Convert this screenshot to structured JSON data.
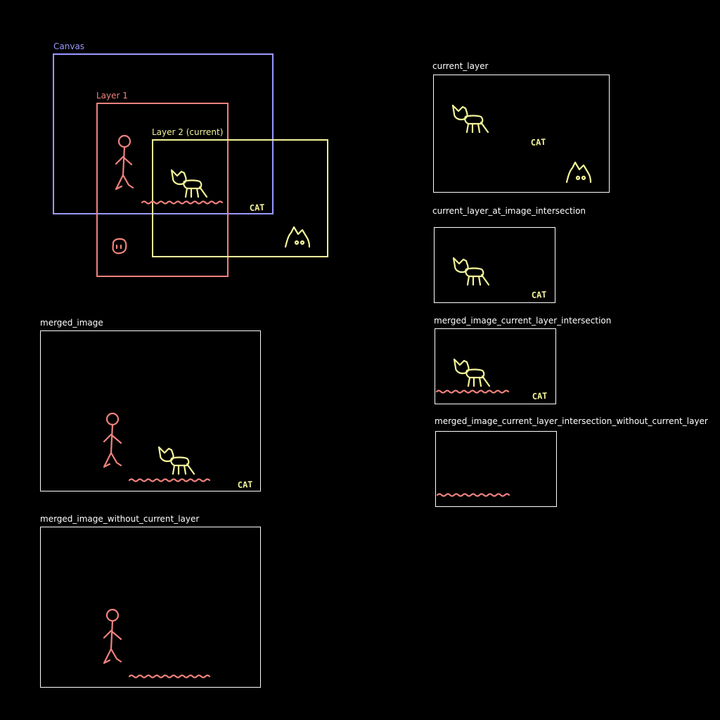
{
  "colors": {
    "background": "#000000",
    "canvas": "#9999ff",
    "layer1": "#f0827d",
    "layer2": "#f4f49a",
    "panel_border": "#ffffff",
    "panel_label": "#ffffff"
  },
  "diagram": {
    "canvas_label": "Canvas",
    "layer1_label": "Layer 1",
    "layer2_label": "Layer 2 (current)",
    "cat_text": "CAT"
  },
  "panels": {
    "current_layer": "current_layer",
    "current_layer_at_image_intersection": "current_layer_at_image_intersection",
    "merged_image_current_layer_intersection": "merged_image_current_layer_intersection",
    "merged_image_current_layer_intersection_without_current_layer": "merged_image_current_layer_intersection_without_current_layer",
    "merged_image": "merged_image",
    "merged_image_without_current_layer": "merged_image_without_current_layer"
  },
  "icons": [
    "stick-figure-icon",
    "cat-icon",
    "cat-head-icon",
    "smiley-icon",
    "wavy-line-icon",
    "cat-text-icon"
  ]
}
